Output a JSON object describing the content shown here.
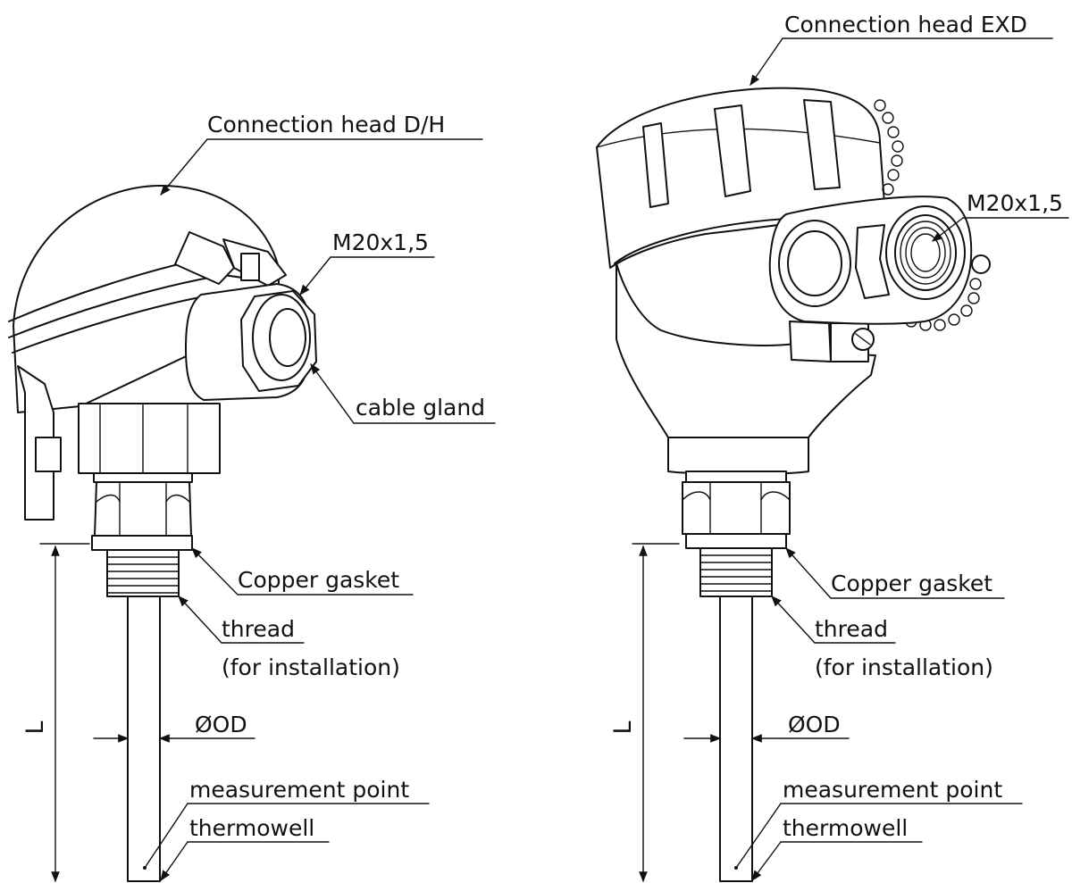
{
  "labels": {
    "head_dh": "Connection head D/H",
    "head_exd": "Connection head EXD",
    "thread_left": "M20x1,5",
    "thread_right": "M20x1,5",
    "cable_gland": "cable gland",
    "copper_gasket_left": "Copper gasket",
    "copper_gasket_right": "Copper gasket",
    "thread_inst_left": "thread",
    "for_installation_left": "(for installation)",
    "thread_inst_right": "thread",
    "for_installation_right": "(for installation)",
    "od_left": "ØOD",
    "od_right": "ØOD",
    "measurement_point_left": "measurement point",
    "thermowell_left": "thermowell",
    "measurement_point_right": "measurement point",
    "thermowell_right": "thermowell",
    "length_left": "L",
    "length_right": "L"
  }
}
